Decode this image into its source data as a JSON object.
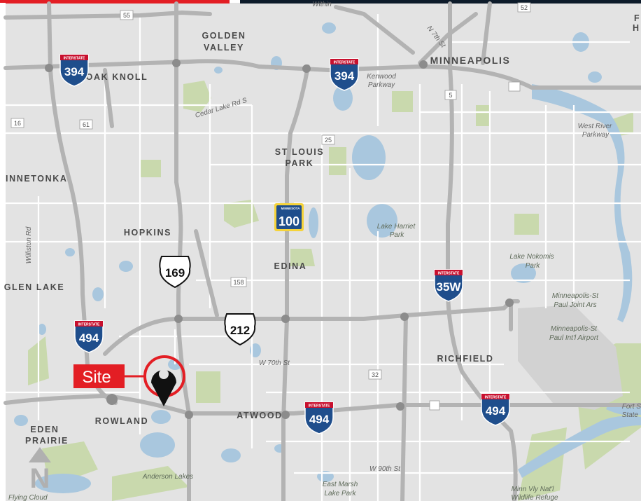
{
  "colors": {
    "land": "#e3e3e3",
    "water": "#a9c7de",
    "park": "#c9d9ad",
    "road": "#ffffff",
    "highway": "#b3b3b3",
    "interstate_blue": "#1f4e8c",
    "interstate_red": "#c8102e",
    "accent_red": "#e31e24",
    "navy_bar": "#0d1b2a",
    "pin": "#111111"
  },
  "places": {
    "golden_valley_1": "GOLDEN",
    "golden_valley_2": "VALLEY",
    "minneapolis": "MINNEAPOLIS",
    "oak_knoll": "OAK KNOLL",
    "st_louis_park_1": "ST LOUIS",
    "st_louis_park_2": "PARK",
    "minnetonka": "INNETONKA",
    "hopkins": "HOPKINS",
    "edina": "EDINA",
    "glen_lake": "GLEN LAKE",
    "richfield": "RICHFIELD",
    "rowland": "ROWLAND",
    "atwood": "ATWOOD",
    "eden_prairie_1": "EDEN",
    "eden_prairie_2": "PRAIRIE",
    "edge_f": "F",
    "edge_h": "H"
  },
  "roads": {
    "n7th": "N 7th St",
    "cedar_lake": "Cedar Lake Rd S",
    "williston": "Williston Rd",
    "w70th": "W 70th St",
    "w90th": "W 90th St",
    "kenwood_1": "Kenwood",
    "kenwood_2": "Parkway",
    "west_river_1": "West River",
    "west_river_2": "Parkway",
    "fort_s_1": "Fort S",
    "fort_s_2": "State",
    "within": "Within"
  },
  "parks": {
    "lake_harriet_1": "Lake Harriet",
    "lake_harriet_2": "Park",
    "lake_nokomis_1": "Lake Nokomis",
    "lake_nokomis_2": "Park",
    "msp_joint_1": "Minneapolis-St",
    "msp_joint_2": "Paul Joint Ars",
    "msp_airport_1": "Minneapolis-St",
    "msp_airport_2": "Paul Int'l Airport",
    "anderson_lakes": "Anderson Lakes",
    "east_marsh_1": "East Marsh",
    "east_marsh_2": "Lake Park",
    "minn_valley_1": "Minn Vly Nat'l",
    "minn_valley_2": "Wildlife Refuge",
    "flying_cloud": "Flying Cloud"
  },
  "shields": {
    "interstate_label": "INTERSTATE",
    "state_label": "MINNESOTA",
    "i394_a": "394",
    "i394_b": "394",
    "mn100": "100",
    "us169": "169",
    "i35w": "35W",
    "us212": "212",
    "i494_a": "494",
    "i494_b": "494",
    "i494_c": "494"
  },
  "route_badges": {
    "r55": "55",
    "r52": "52",
    "r16": "16",
    "r61": "61",
    "r25": "25",
    "r5": "5",
    "r158": "158",
    "r32": "32"
  },
  "marker": {
    "label": "Site"
  },
  "compass": {
    "letter": "N"
  }
}
